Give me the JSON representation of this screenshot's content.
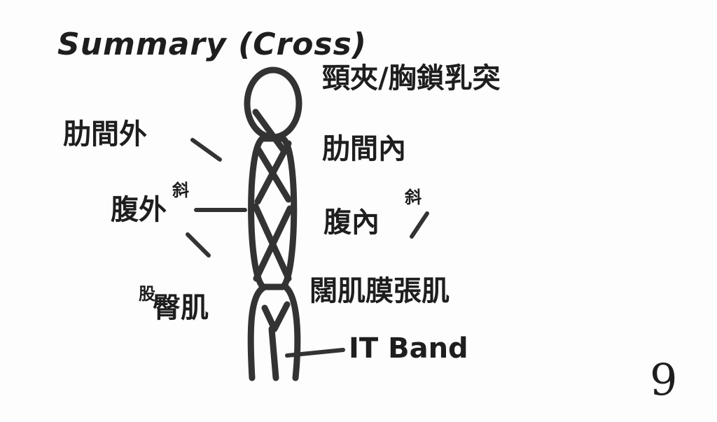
{
  "title": "Summary (Cross)",
  "page_number": "9",
  "labels": {
    "neck": "頸夾/胸鎖乳突",
    "intercostal_external": "肋間外",
    "intercostal_internal": "肋間內",
    "abdominal_external": "腹外",
    "abdominal_external_sup": "斜",
    "abdominal_internal": "腹內",
    "abdominal_internal_sup": "斜",
    "gluteus": "臀肌",
    "gluteus_prefix": "股",
    "tfl": "闊肌膜張肌",
    "it_band": "IT Band"
  }
}
